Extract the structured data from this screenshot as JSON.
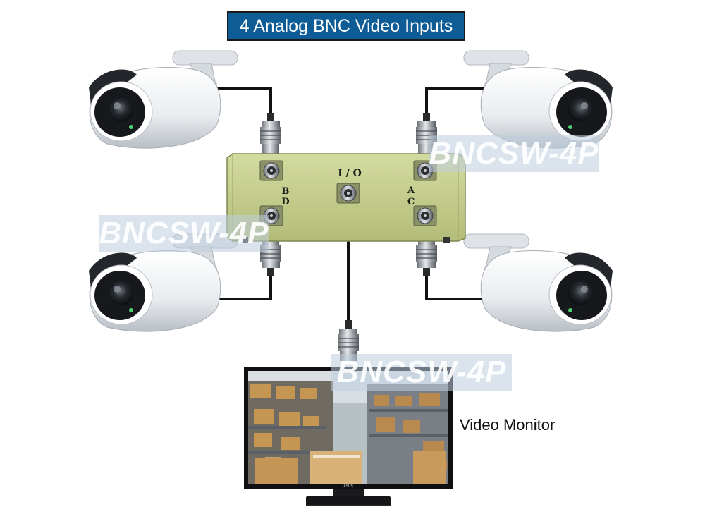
{
  "title": "4 Analog BNC Video Inputs",
  "switch": {
    "io_label": "I / O",
    "left_port_labels": [
      "B",
      "D"
    ],
    "right_port_labels": [
      "A",
      "C"
    ],
    "body_color": "#c9d28f"
  },
  "monitor": {
    "label": "Video Monitor",
    "brand": "ASUS"
  },
  "watermarks": [
    "BNCSW-4P",
    "BNCSW-4P",
    "BNCSW-4P"
  ],
  "colors": {
    "title_bg": "#0d5c96",
    "title_text": "#ffffff",
    "cable": "#111111"
  },
  "icons": [
    "security-camera-icon",
    "bnc-connector-icon",
    "monitor-icon"
  ]
}
